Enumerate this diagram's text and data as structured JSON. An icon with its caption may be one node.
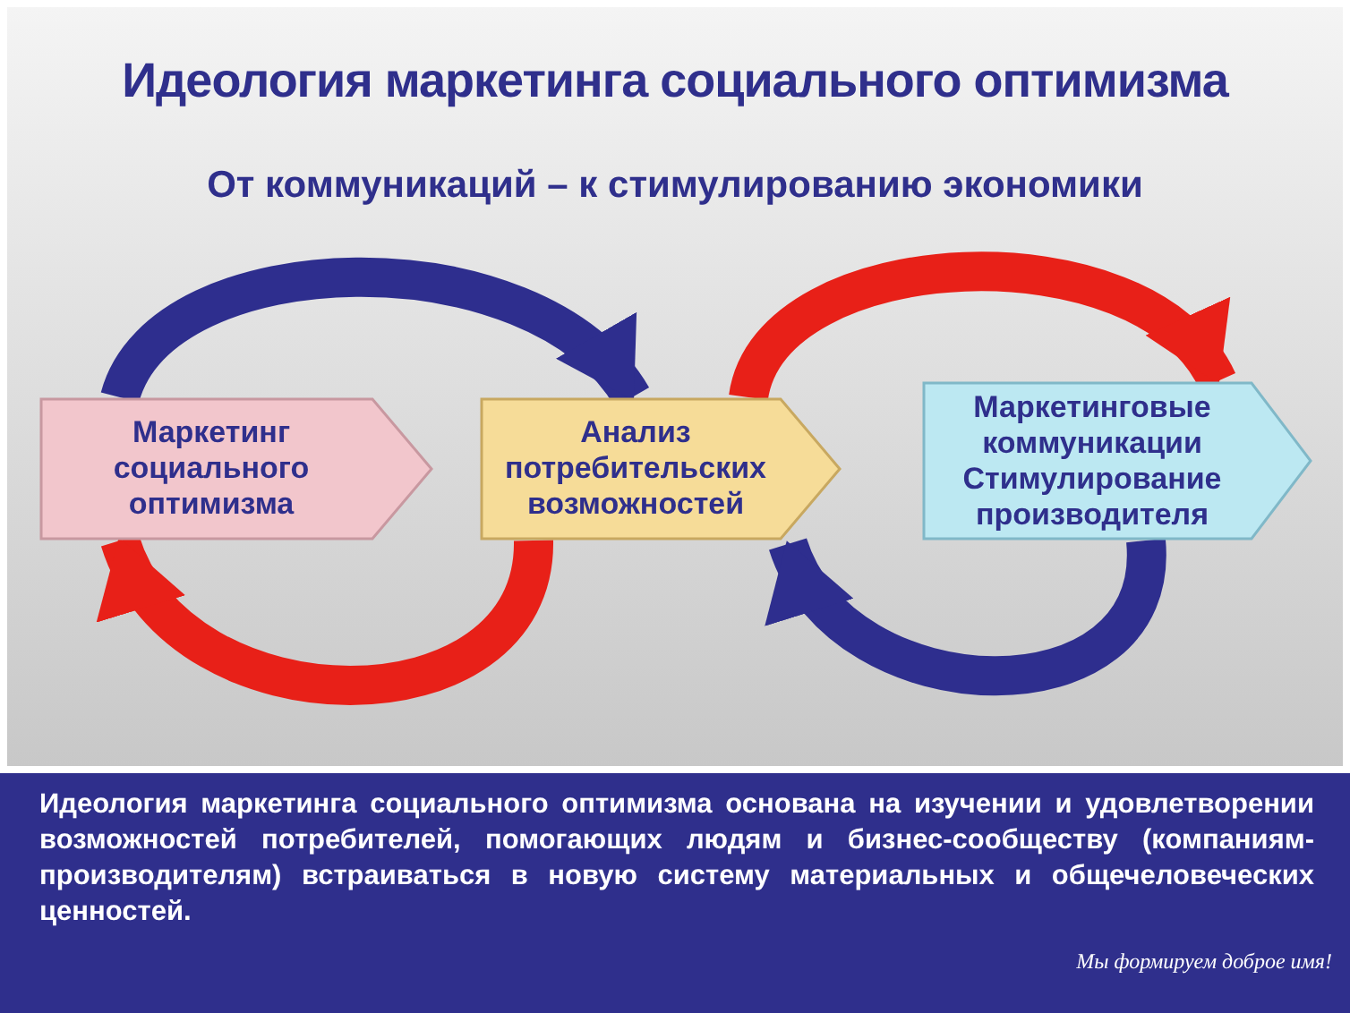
{
  "diagram": {
    "title": "Идеология маркетинга социального оптимизма",
    "nodes": [
      {
        "text": [
          "Маркетинг социального оптимизма"
        ]
      },
      {
        "text": [
          "Анализ потребительских возможностей"
        ]
      },
      {
        "text": [
          "Маркетинговые коммуникации",
          "Стимулирование производителя"
        ]
      }
    ],
    "edges": [
      {
        "from": 0,
        "to": 1,
        "arrow": "to",
        "color": "#2e2e8e"
      },
      {
        "from": 1,
        "to": 2,
        "arrow": "to",
        "color": "#e82018"
      },
      {
        "from": 1,
        "to": 0,
        "arrow": "to",
        "color": "#e82018"
      },
      {
        "from": 2,
        "to": 1,
        "arrow": "to",
        "color": "#2e2e8e"
      }
    ],
    "labels": [
      "От коммуникаций – к стимулированию экономики",
      "Идеология маркетинга социального оптимизма основана на изучении и удовлетворении возможностей потребителей, помогающих людям и бизнес-сообществу (компаниям-производителям) встраиваться в новую систему материальных и общечеловеческих ценностей.",
      "Мы формируем доброе имя!"
    ]
  }
}
